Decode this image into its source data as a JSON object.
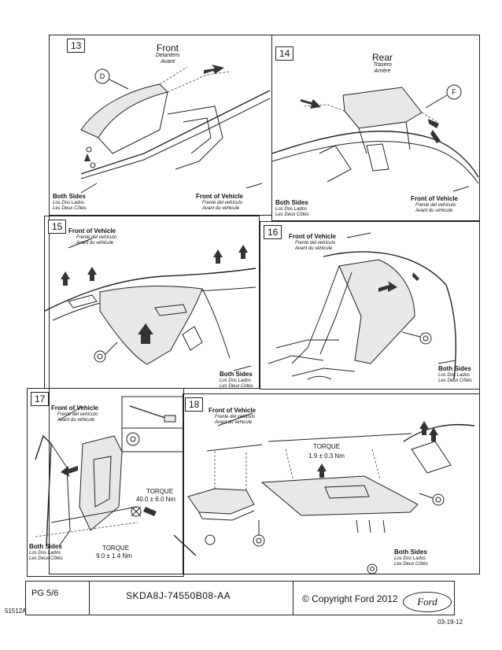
{
  "panels": {
    "p13": {
      "number": "13",
      "title": "Front",
      "title_es": "Delantero",
      "title_fr": "Avant",
      "callout": "D",
      "both_sides": "Both Sides",
      "both_sides_es": "Los Dos Lados",
      "both_sides_fr": "Les Deux Côtés",
      "front_of_vehicle": "Front of Vehicle",
      "front_of_vehicle_es": "Frente del vehículo",
      "front_of_vehicle_fr": "Avant du véhicule"
    },
    "p14": {
      "number": "14",
      "title": "Rear",
      "title_es": "Trasero",
      "title_fr": "Arrière",
      "callout": "F",
      "both_sides": "Both Sides",
      "both_sides_es": "Los Dos Lados",
      "both_sides_fr": "Les Deux Côtés",
      "front_of_vehicle": "Front of Vehicle",
      "front_of_vehicle_es": "Frente del vehículo",
      "front_of_vehicle_fr": "Avant du véhicule"
    },
    "p15": {
      "number": "15",
      "front_of_vehicle": "Front of Vehicle",
      "front_of_vehicle_es": "Frente del vehículo",
      "front_of_vehicle_fr": "Avant du véhicule",
      "both_sides": "Both Sides",
      "both_sides_es": "Los Dos Lados",
      "both_sides_fr": "Les Deux Côtés"
    },
    "p16": {
      "number": "16",
      "front_of_vehicle": "Front of Vehicle",
      "front_of_vehicle_es": "Frente del vehículo",
      "front_of_vehicle_fr": "Avant du véhicule",
      "both_sides": "Both Sides",
      "both_sides_es": "Los Dos Lados",
      "both_sides_fr": "Les Deux Côtés"
    },
    "p17": {
      "number": "17",
      "front_of_vehicle": "Front of Vehicle",
      "front_of_vehicle_es": "Frente del vehículo",
      "front_of_vehicle_fr": "Avant du véhicule",
      "torque_label": "TORQUE",
      "torque_value": "40.0 ± 6.0 Nm",
      "torque_label_2": "TORQUE",
      "torque_value_2": "9.0 ± 1.4 Nm",
      "both_sides": "Both Sides",
      "both_sides_es": "Los Dos Lados",
      "both_sides_fr": "Les Deux Côtés"
    },
    "p18": {
      "number": "18",
      "front_of_vehicle": "Front of Vehicle",
      "front_of_vehicle_es": "Frente del vehículo",
      "front_of_vehicle_fr": "Avant du véhicule",
      "torque_label": "TORQUE",
      "torque_value": "1.9 ± 0.3 Nm",
      "both_sides": "Both Sides",
      "both_sides_es": "Los Dos Lados",
      "both_sides_fr": "Les Deux Côtés"
    }
  },
  "footer": {
    "page": "PG 5/6",
    "doc_number": "SKDA8J-74550B08-AA",
    "copyright": "© Copyright Ford 2012",
    "logo_text": "Ford",
    "form_number": "51512A",
    "date": "03-19-12"
  }
}
